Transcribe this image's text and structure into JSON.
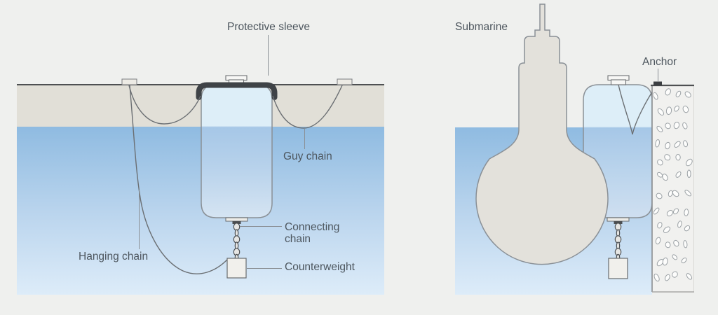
{
  "diagram": {
    "left_panel": {
      "labels": {
        "protective_sleeve": "Protective sleeve",
        "guy_chain": "Guy chain",
        "hanging_chain": "Hanging chain",
        "connecting_chain": "Connecting chain",
        "counterweight": "Counterweight"
      }
    },
    "right_panel": {
      "labels": {
        "submarine": "Submarine",
        "anchor": "Anchor"
      }
    }
  },
  "palette": {
    "background": "#eff0ee",
    "ice": "#e1dfd7",
    "surface_line": "#4e5052",
    "water_top": "#8fbbe1",
    "water_mid": "#b9d4ed",
    "water_bottom": "#ddecf9",
    "buoy_above": "#ddeef8",
    "buoy_below": "#a6c7e7",
    "sleeve": "#3f4347",
    "submarine": "#e3e1db",
    "concrete": "#f1f1ef",
    "outline": "#8a9096",
    "rope": "#6b6f73",
    "text": "#4d565e",
    "pointer": "#8a8f94"
  }
}
